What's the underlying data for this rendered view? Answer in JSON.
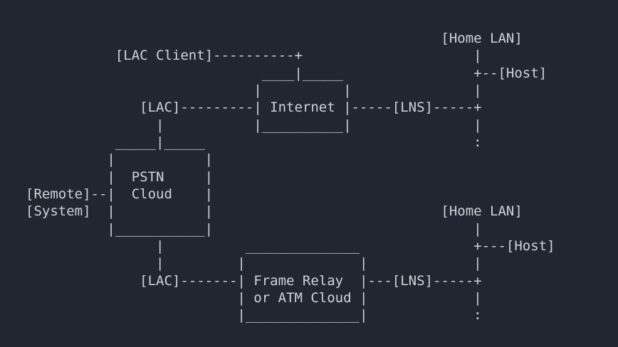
{
  "theme": {
    "background_color": "#212630",
    "text_color": "#ced3da"
  },
  "diagram": {
    "node_labels": [
      "[LAC Client]",
      "[LAC]",
      "Internet",
      "[LNS]",
      "[Home LAN]",
      "[Host]",
      "PSTN Cloud",
      "[Remote]",
      "[System]",
      "Frame Relay or ATM Cloud"
    ],
    "lines": [
      "                                                   [Home LAN]",
      "           [LAC Client]----------+                     |",
      "                             ____|_____                +--[Host]",
      "                            |          |               |",
      "              [LAC]---------| Internet |-----[LNS]-----+",
      "                |           |__________|               |",
      "           _____|_____                                 :",
      "          |           |",
      "          |  PSTN     |",
      "[Remote]--|  Cloud    |",
      "[System]  |           |                            [Home LAN]",
      "          |___________|                                |",
      "                |          ______________              +---[Host]",
      "                |         |              |             |",
      "              [LAC]-------| Frame Relay  |---[LNS]-----+",
      "                          | or ATM Cloud |             |",
      "                          |______________|             :"
    ]
  }
}
